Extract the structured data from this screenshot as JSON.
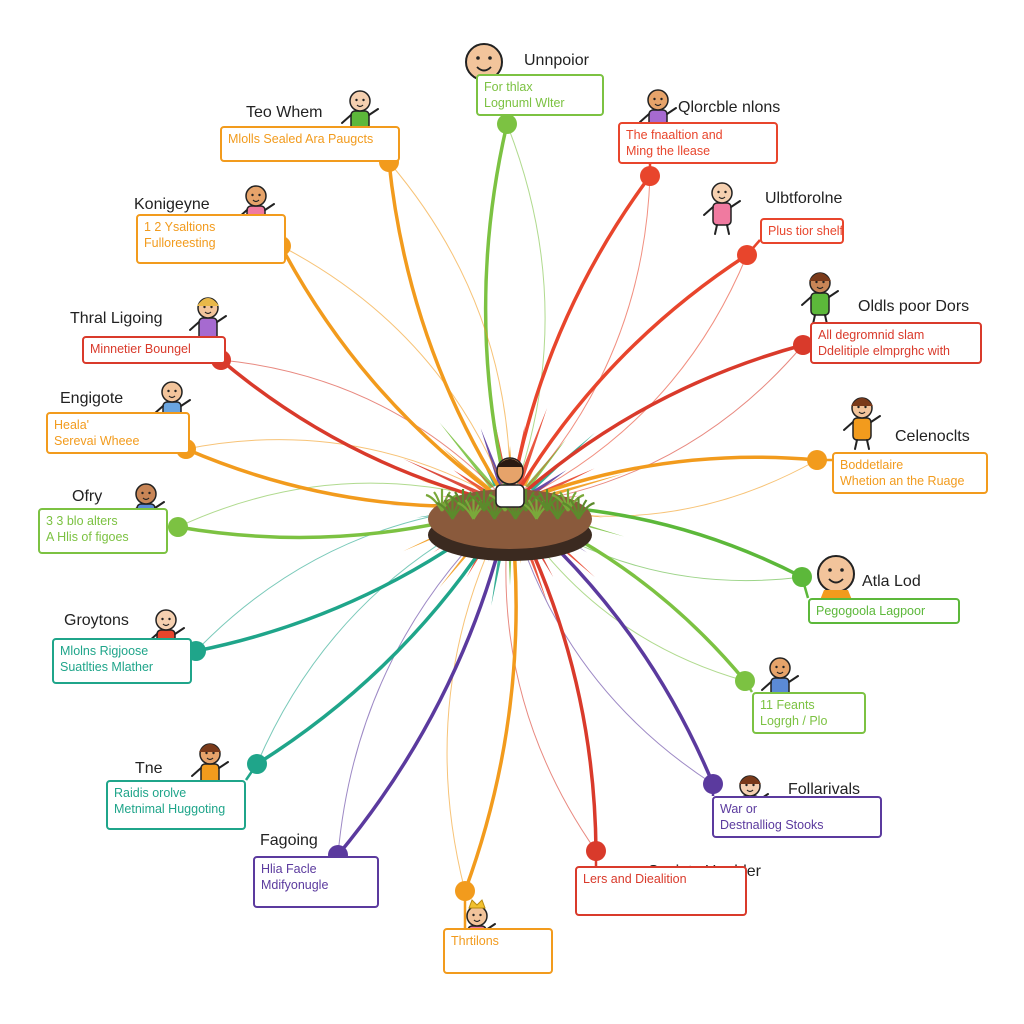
{
  "center": {
    "icon": "person-in-garden-icon"
  },
  "nodes": [
    {
      "id": "n1",
      "title": "Unnpoior",
      "lines": [
        "For thlax",
        "Lognuml Wlter"
      ],
      "color": "#7cc242",
      "icon": "smiling-head-icon"
    },
    {
      "id": "n2",
      "title": "Qlorcble nlons",
      "lines": [
        "The fnaaltion and",
        "Ming the llease"
      ],
      "color": "#e8452c",
      "icon": "person-at-desk-icon"
    },
    {
      "id": "n3",
      "title": "Ulbtforolne",
      "lines": [
        "Plus tior shelf"
      ],
      "color": "#e8452c",
      "icon": "child-jumping-icon"
    },
    {
      "id": "n4",
      "title": "Oldls poor Dors",
      "lines": [
        "All degromnid slam",
        "Ddelitiple elmprghc with"
      ],
      "color": "#d93a2b",
      "icon": "girl-in-dress-icon"
    },
    {
      "id": "n5",
      "title": "Celenoclts",
      "lines": [
        "Boddetlaire",
        "Whetion an the Ruage"
      ],
      "color": "#f29b1d",
      "icon": "dancing-girl-icon"
    },
    {
      "id": "n6",
      "title": "Atla Lod",
      "lines": [
        "Pegogoola Lagpoor"
      ],
      "color": "#5cb83a",
      "icon": "smiling-face-icon"
    },
    {
      "id": "n7",
      "title": "",
      "lines": [
        "11 Feants",
        "Logrgh / Plo"
      ],
      "color": "#7cc242",
      "icon": "child-reaching-icon"
    },
    {
      "id": "n8",
      "title": "Follarivals",
      "lines": [
        "War or",
        "Destnalliog Stooks"
      ],
      "color": "#5b3a9e",
      "icon": "girl-with-buns-icon"
    },
    {
      "id": "n9",
      "title": "Society Heolder",
      "lines": [
        "Lers and Diealition"
      ],
      "color": "#d93a2b",
      "icon": "paper-sheet-icon"
    },
    {
      "id": "n10",
      "title": "",
      "lines": [
        "Thrtilons"
      ],
      "color": "#f29b1d",
      "icon": "child-with-crown-icon"
    },
    {
      "id": "n11",
      "title": "Fagoing",
      "lines": [
        "Hlia Facle",
        "Mdifyonugle"
      ],
      "color": "#5b3a9e",
      "icon": "ear-icon"
    },
    {
      "id": "n12",
      "title": "Tne",
      "lines": [
        "Raidis orolve",
        "Metnimal Huggoting"
      ],
      "color": "#1fa58a",
      "icon": "girl-with-pigtails-icon"
    },
    {
      "id": "n13",
      "title": "Groytons",
      "lines": [
        "Mlolns Rigjoose",
        "Suatlties Mlather"
      ],
      "color": "#1fa58a",
      "icon": "child-waving-icon"
    },
    {
      "id": "n14",
      "title": "Ofry",
      "lines": [
        "3 3 blo alters",
        "A Hlis of figoes"
      ],
      "color": "#7cc242",
      "icon": "child-pointing-icon"
    },
    {
      "id": "n15",
      "title": "Engigote",
      "lines": [
        "Heala'",
        "Serevai Wheee"
      ],
      "color": "#f29b1d",
      "icon": "child-lying-icon"
    },
    {
      "id": "n16",
      "title": "Thral Ligoing",
      "lines": [
        "Minnetier Boungel"
      ],
      "color": "#d93a2b",
      "icon": "girl-blonde-icon"
    },
    {
      "id": "n17",
      "title": "Konigeyne",
      "lines": [
        "1 2 Ysaltions",
        "Fulloreesting"
      ],
      "color": "#f29b1d",
      "icon": "child-reading-icon"
    },
    {
      "id": "n18",
      "title": "Teo Whem",
      "lines": [
        "Mlolls Sealed Ara Paugcts"
      ],
      "color": "#f29b1d",
      "icon": "child-stretching-icon"
    }
  ]
}
